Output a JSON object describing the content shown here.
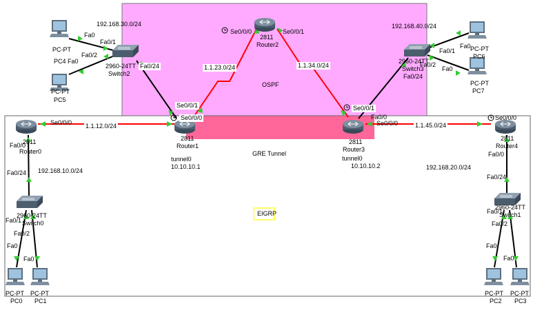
{
  "areas": {
    "ospf": {
      "label": "OSPF",
      "fill": "#ffaaff"
    },
    "gre": {
      "label": "GRE Tunnel",
      "fill": "#ff6699"
    },
    "eigrp": {
      "label": "EIGRP",
      "border": "#ffff66"
    }
  },
  "colors": {
    "link_black": "#000000",
    "link_serial": "#ff0000",
    "port_up": "#33cc33"
  },
  "networks": {
    "n30": "192.168.30.0/24",
    "n40": "192.168.40.0/24",
    "n10": "192.168.10.0/24",
    "n20": "192.168.20.0/24",
    "l1123": "1.1.23.0/24",
    "l1134": "1.1.34.0/24",
    "l1112": "1.1.12.0/24",
    "l1145": "1.1.45.0/24"
  },
  "devices": {
    "router0": {
      "model": "2811",
      "name": "Router0"
    },
    "router1": {
      "model": "2811",
      "name": "Router1",
      "tunnel": "tunnel0",
      "tunnel_ip": "10.10.10.1"
    },
    "router2": {
      "model": "2811",
      "name": "Router2"
    },
    "router3": {
      "model": "2811",
      "name": "Router3",
      "tunnel": "tunnel0",
      "tunnel_ip": "10.10.10.2"
    },
    "router4": {
      "model": "2811",
      "name": "Router4"
    },
    "switch0": {
      "model": "2960-24TT",
      "name": "Switch0"
    },
    "switch1": {
      "model": "2960-24TT",
      "name": "Switch1"
    },
    "switch2": {
      "model": "2960-24TT",
      "name": "Switch2"
    },
    "switch3": {
      "model": "2960-24TT",
      "name": "Switch3"
    },
    "pc0": {
      "type": "PC-PT",
      "name": "PC0"
    },
    "pc1": {
      "type": "PC-PT",
      "name": "PC1"
    },
    "pc2": {
      "type": "PC-PT",
      "name": "PC2"
    },
    "pc3": {
      "type": "PC-PT",
      "name": "PC3"
    },
    "pc4": {
      "type": "PC-PT",
      "name": "PC4"
    },
    "pc5": {
      "type": "PC-PT",
      "name": "PC5"
    },
    "pc6": {
      "type": "PC-PT",
      "name": "PC6"
    },
    "pc7": {
      "type": "PC-PT",
      "name": "PC7"
    }
  },
  "ports": {
    "fa0": "Fa0",
    "fa0_0": "Fa0/0",
    "fa0_1": "Fa0/1",
    "fa0_2": "Fa0/2",
    "fa0_24": "Fa0/24",
    "se0_0_0": "Se0/0/0",
    "se0_0_1": "Se0/0/1"
  }
}
